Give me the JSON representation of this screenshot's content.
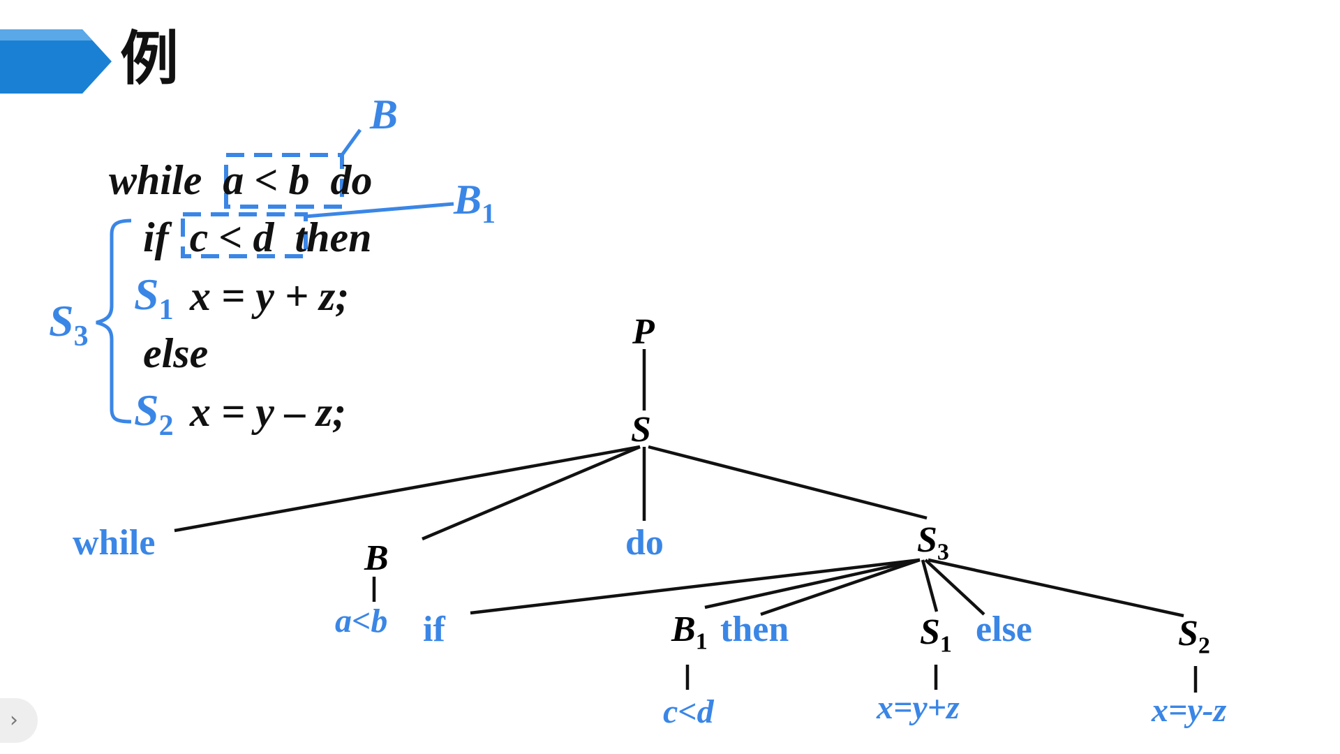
{
  "title": "例",
  "code": {
    "line1": "while  a < b  do",
    "line2": "if  c < d  then",
    "line3": "x = y + z;",
    "line4": "else",
    "line5": "x = y – z;"
  },
  "annotations": {
    "b": "B",
    "b1_main": "B",
    "b1_sub": "1",
    "s3_main": "S",
    "s3_sub": "3",
    "s1_main": "S",
    "s1_sub": "1",
    "s2_main": "S",
    "s2_sub": "2"
  },
  "tree": {
    "p": "P",
    "s": "S",
    "while": "while",
    "b": "B",
    "do": "do",
    "s3_main": "S",
    "s3_sub": "3",
    "a_lt_b": "a<b",
    "if": "if",
    "b1_main": "B",
    "b1_sub": "1",
    "then": "then",
    "s1_main": "S",
    "s1_sub": "1",
    "else": "else",
    "s2_main": "S",
    "s2_sub": "2",
    "c_lt_d": "c<d",
    "x_eq_y_plus_z": "x=y+z",
    "x_eq_y_minus_z": "x=y-z"
  },
  "colors": {
    "accent": "#3a86e6",
    "banner": "#1a80d4",
    "banner_light": "#5aa8e8",
    "text": "#111111"
  }
}
